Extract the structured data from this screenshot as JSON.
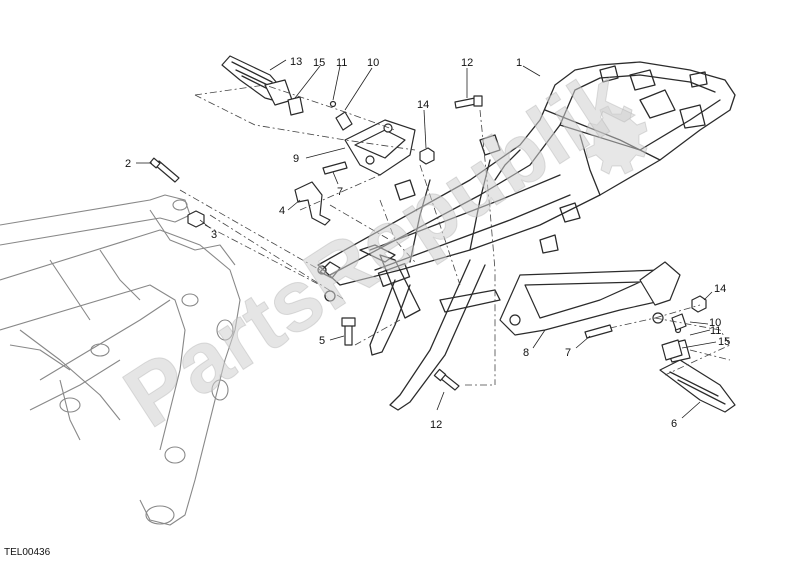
{
  "watermark": {
    "text": "PartsRepublik"
  },
  "diagram_code": "TEL00436",
  "callouts": {
    "c1": "1",
    "c2": "2",
    "c3": "3",
    "c4": "4",
    "c5": "5",
    "c6": "6",
    "c7_left": "7",
    "c7_right": "7",
    "c8": "8",
    "c9": "9",
    "c10_left": "10",
    "c10_right": "10",
    "c11_left": "11",
    "c11_right": "11",
    "c12_top": "12",
    "c12_bottom": "12",
    "c13": "13",
    "c14_top": "14",
    "c14_right": "14",
    "c15_left": "15",
    "c15_right": "15"
  }
}
